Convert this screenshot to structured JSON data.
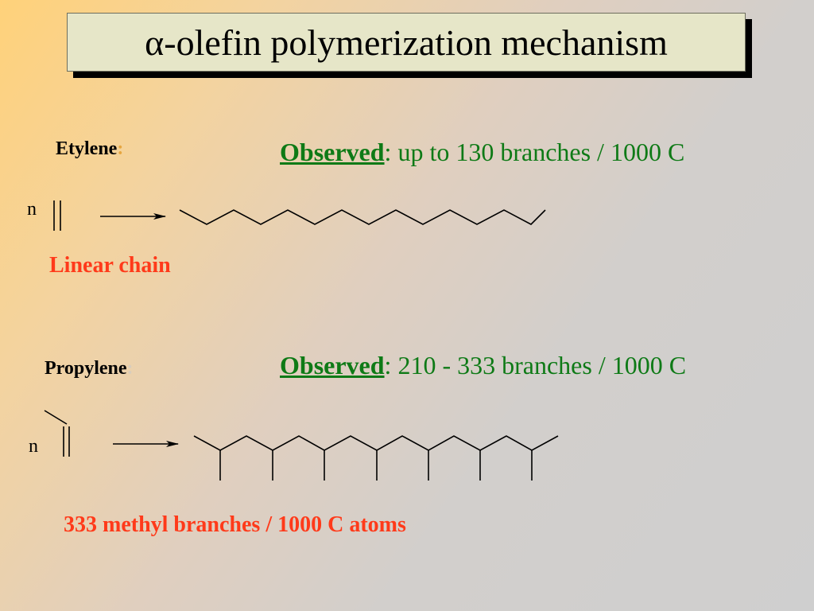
{
  "title": {
    "alpha": "α",
    "rest": "-olefin polymerization mechanism"
  },
  "ethylene": {
    "label": "Etylene",
    "colon": ":",
    "observed_label": "Observed",
    "observed_text": ": up to 130 branches / 1000 C",
    "n": "n",
    "caption": "Linear chain"
  },
  "propylene": {
    "label": "Propylene",
    "colon": ":",
    "observed_label": "Observed",
    "observed_text": ": 210 - 333 branches / 1000 C",
    "n": "n",
    "caption": "333 methyl branches / 1000 C atoms"
  },
  "colors": {
    "observed": "#0e7a16",
    "caption": "#ff3a1a",
    "title_box": "#e6e6c8"
  }
}
